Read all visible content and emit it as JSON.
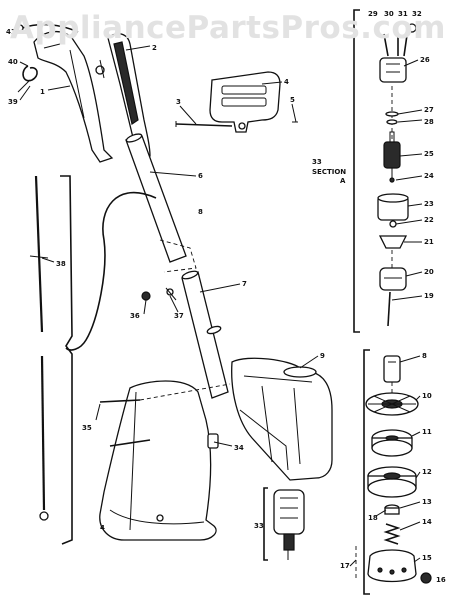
{
  "watermark": "AppliancePartsPros.com",
  "section_label": {
    "line1": "SECTION",
    "line2": "A"
  },
  "callouts": [
    {
      "id": "41",
      "text": "41"
    },
    {
      "id": "40",
      "text": "40"
    },
    {
      "id": "39",
      "text": "39"
    },
    {
      "id": "1",
      "text": "1"
    },
    {
      "id": "2",
      "text": "2"
    },
    {
      "id": "3",
      "text": "3"
    },
    {
      "id": "4",
      "text": "4"
    },
    {
      "id": "5",
      "text": "5"
    },
    {
      "id": "6",
      "text": "6"
    },
    {
      "id": "7",
      "text": "7"
    },
    {
      "id": "8",
      "text": "8"
    },
    {
      "id": "9",
      "text": "9"
    },
    {
      "id": "38",
      "text": "38"
    },
    {
      "id": "36",
      "text": "36"
    },
    {
      "id": "37",
      "text": "37"
    },
    {
      "id": "35",
      "text": "35"
    },
    {
      "id": "34",
      "text": "34"
    },
    {
      "id": "33",
      "text": "33"
    },
    {
      "id": "24a",
      "text": "29"
    },
    {
      "id": "30",
      "text": "30"
    },
    {
      "id": "31",
      "text": "31"
    },
    {
      "id": "32",
      "text": "32"
    },
    {
      "id": "26",
      "text": "26"
    },
    {
      "id": "27",
      "text": "27"
    },
    {
      "id": "28",
      "text": "28"
    },
    {
      "id": "25",
      "text": "25"
    },
    {
      "id": "24",
      "text": "24"
    },
    {
      "id": "23",
      "text": "23"
    },
    {
      "id": "22",
      "text": "22"
    },
    {
      "id": "21",
      "text": "21"
    },
    {
      "id": "20",
      "text": "20"
    },
    {
      "id": "19",
      "text": "19"
    },
    {
      "id": "33b",
      "text": "33"
    },
    {
      "id": "8b",
      "text": "8"
    },
    {
      "id": "10",
      "text": "10"
    },
    {
      "id": "11",
      "text": "11"
    },
    {
      "id": "12",
      "text": "12"
    },
    {
      "id": "18",
      "text": "18"
    },
    {
      "id": "13",
      "text": "13"
    },
    {
      "id": "14",
      "text": "14"
    },
    {
      "id": "17",
      "text": "17"
    },
    {
      "id": "15",
      "text": "15"
    },
    {
      "id": "16",
      "text": "16"
    },
    {
      "id": "33c",
      "text": "33"
    }
  ]
}
